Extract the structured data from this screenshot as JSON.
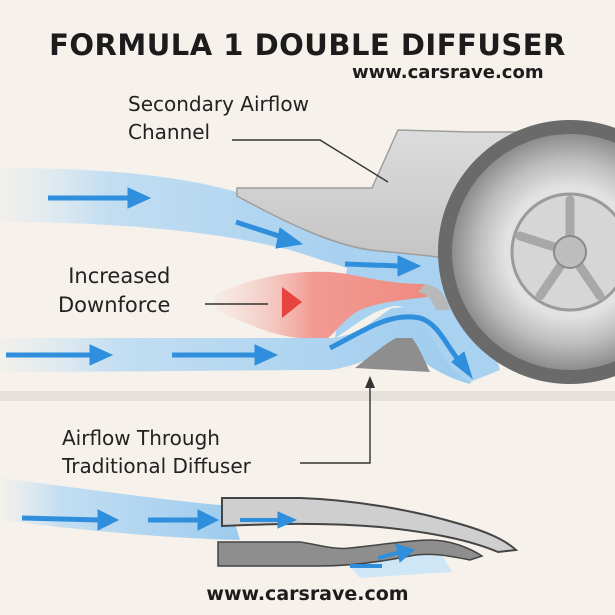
{
  "title": "FORMULA 1 DOUBLE DIFFUSER",
  "website_top": "www.carsrave.com",
  "website_bottom": "www.carsrave.com",
  "labels": {
    "secondary_line1": "Secondary Airflow",
    "secondary_line2": "Channel",
    "downforce_line1": "Increased",
    "downforce_line2": "Downforce",
    "traditional_line1": "Airflow Through",
    "traditional_line2": "Traditional Diffuser"
  },
  "colors": {
    "background": "#f6f1ea",
    "airflow_light": "#bcdcf3",
    "airflow_mid": "#8fc3ea",
    "arrow_blue": "#2f8fdc",
    "downforce_red": "#e8433e",
    "body_gray": "#cfcfcf",
    "tire_dark": "#5a5a5a"
  }
}
